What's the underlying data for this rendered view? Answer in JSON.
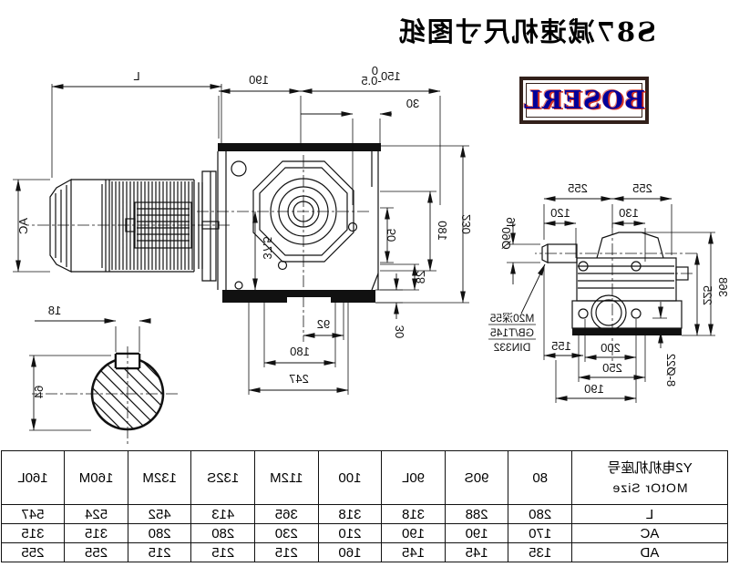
{
  "title": "S87减速机尺寸图纸",
  "logo": {
    "text": "BOSERL"
  },
  "colors": {
    "line": "#111111",
    "logo_text": "#00009a",
    "logo_accent": "#cc1100",
    "logo_border": "#32201a"
  },
  "dims": {
    "L": "L",
    "AC": "AC",
    "n150": "150",
    "tol_hi": "0",
    "tol_lo": "-0.5",
    "n190": "190",
    "n30": "30",
    "n50": "50",
    "n180": "180",
    "n230": "230",
    "n28": "28",
    "n37_5": "37.5",
    "n92": "92",
    "n247": "247",
    "n255": "255",
    "n120": "120",
    "n130": "130",
    "n368": "368",
    "n225": "225",
    "holes": "8-Ø22",
    "n200": "200",
    "n250": "250",
    "n155": "155",
    "shaft_dia": "Ø60",
    "shaft_fit": "f6",
    "key_w": "18",
    "key_h": "64"
  },
  "callout": {
    "line1": "M20深55",
    "line2": "GB/T145",
    "line3": "DIN332"
  },
  "table": {
    "header_cn": "Y2电机机座号",
    "header_en": "MOtOr Size",
    "columns": [
      "80",
      "90S",
      "90L",
      "100",
      "112M",
      "132S",
      "132M",
      "160M",
      "160L"
    ],
    "rows": [
      {
        "label": "L",
        "values": [
          "280",
          "288",
          "318",
          "318",
          "365",
          "413",
          "452",
          "524",
          "547"
        ]
      },
      {
        "label": "AC",
        "values": [
          "170",
          "190",
          "190",
          "210",
          "230",
          "280",
          "280",
          "315",
          "315"
        ]
      },
      {
        "label": "AD",
        "values": [
          "135",
          "145",
          "145",
          "160",
          "215",
          "215",
          "215",
          "255",
          "255"
        ]
      }
    ]
  }
}
